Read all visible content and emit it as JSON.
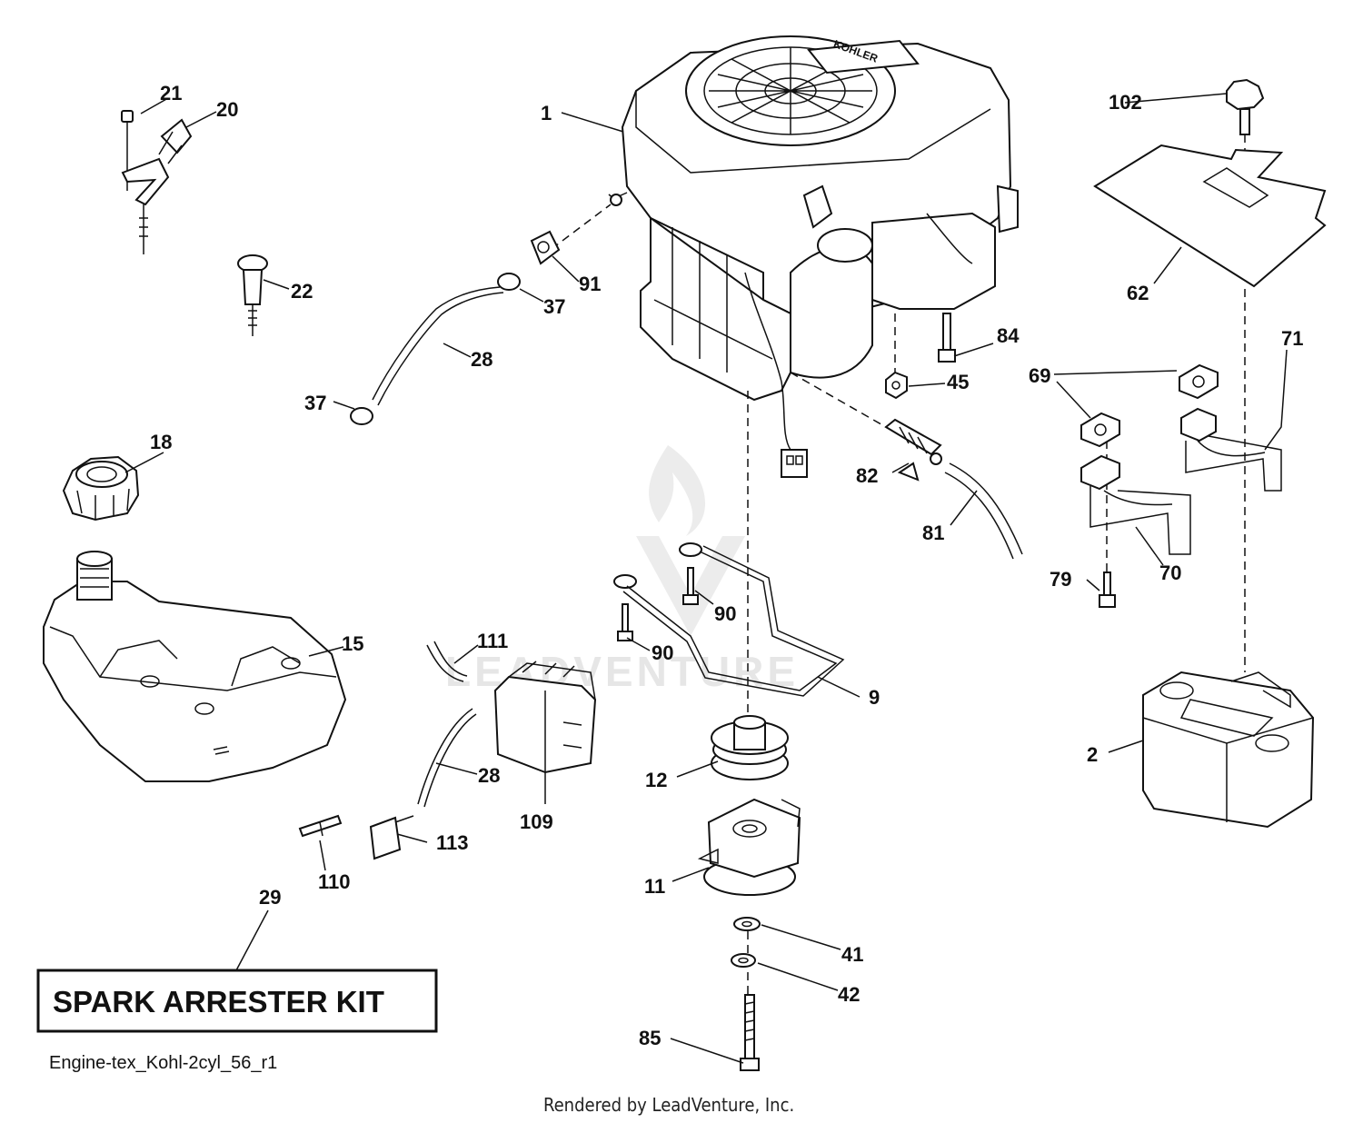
{
  "diagram": {
    "callouts": {
      "c1": "1",
      "c2": "2",
      "c9": "9",
      "c11": "11",
      "c12": "12",
      "c15": "15",
      "c18": "18",
      "c20": "20",
      "c21": "21",
      "c22": "22",
      "c28a": "28",
      "c28b": "28",
      "c29": "29",
      "c37a": "37",
      "c37b": "37",
      "c41": "41",
      "c42": "42",
      "c45": "45",
      "c62": "62",
      "c69": "69",
      "c70": "70",
      "c71": "71",
      "c79": "79",
      "c81": "81",
      "c82": "82",
      "c84": "84",
      "c85": "85",
      "c90a": "90",
      "c90b": "90",
      "c91": "91",
      "c102": "102",
      "c109": "109",
      "c110": "110",
      "c111": "111",
      "c113": "113"
    },
    "kit_label": "SPARK ARRESTER KIT",
    "drawing_code": "Engine-tex_Kohl-2cyl_56_r1",
    "credit": "Rendered by LeadVenture, Inc.",
    "watermark": "LEADVENTURE",
    "engine_brand": "KOHLER"
  }
}
